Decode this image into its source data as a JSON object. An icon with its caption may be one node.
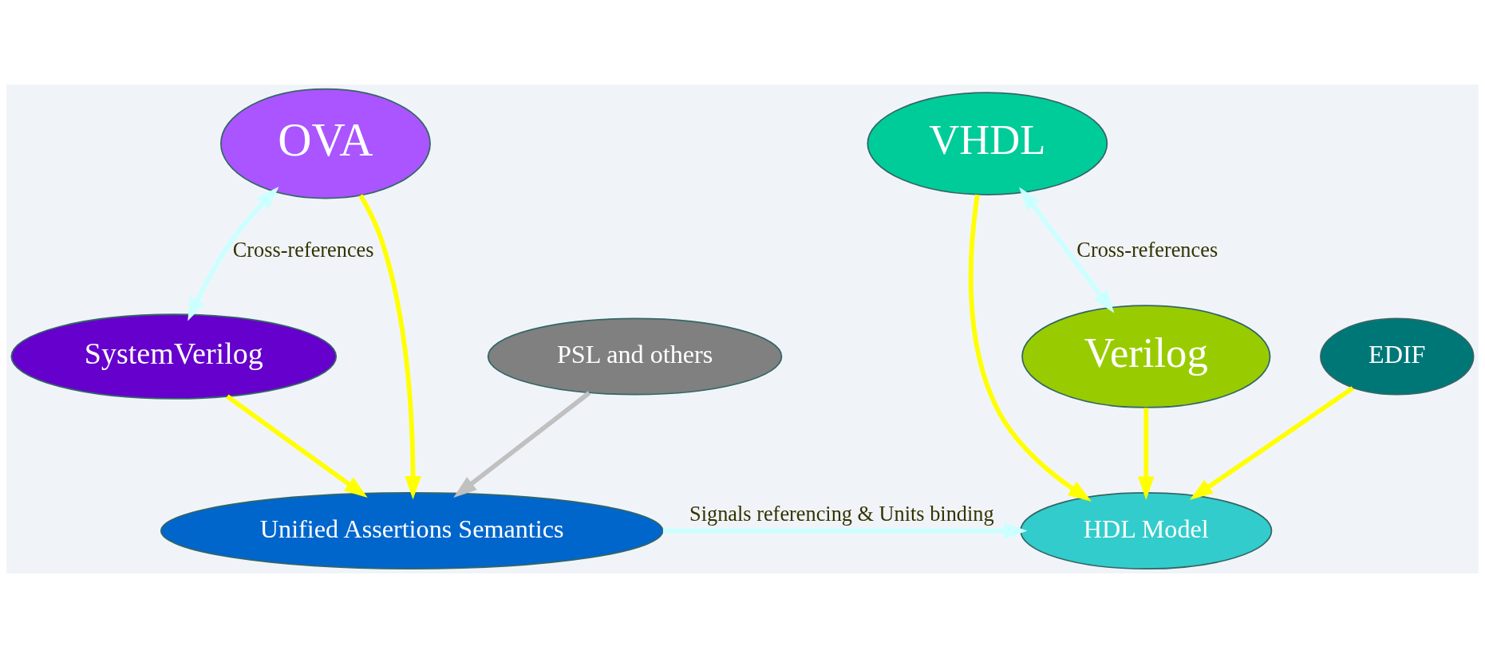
{
  "diagram": {
    "nodes": [
      {
        "text": [
          "VHDL"
        ]
      },
      {
        "text": [
          "Verilog"
        ]
      },
      {
        "text": [
          "EDIF"
        ]
      },
      {
        "text": [
          "HDL Model"
        ]
      },
      {
        "text": [
          "OVA"
        ]
      },
      {
        "text": [
          "SystemVerilog"
        ]
      },
      {
        "text": [
          "PSL and others"
        ]
      },
      {
        "text": [
          "Unified Assertions Semantics"
        ]
      }
    ],
    "edges": [
      {
        "from": 1,
        "to": 0,
        "arrow": "both",
        "label": "Cross-references",
        "color": "#ccffff"
      },
      {
        "from": 4,
        "to": 5,
        "arrow": "both",
        "label": "Cross-references",
        "color": "#ccffff"
      },
      {
        "from": 2,
        "to": 3,
        "arrow": "to"
      },
      {
        "from": 1,
        "to": 3,
        "arrow": "to"
      },
      {
        "from": 0,
        "to": 3,
        "arrow": "to"
      },
      {
        "from": 4,
        "to": 7,
        "arrow": "to"
      },
      {
        "from": 5,
        "to": 7,
        "arrow": "to"
      },
      {
        "from": 6,
        "to": 7,
        "arrow": "to",
        "color": "#c0c0c0"
      },
      {
        "from": 7,
        "to": 3,
        "arrow": "to",
        "label": "Signals referencing & Units binding",
        "color": "#ccffff"
      }
    ]
  }
}
